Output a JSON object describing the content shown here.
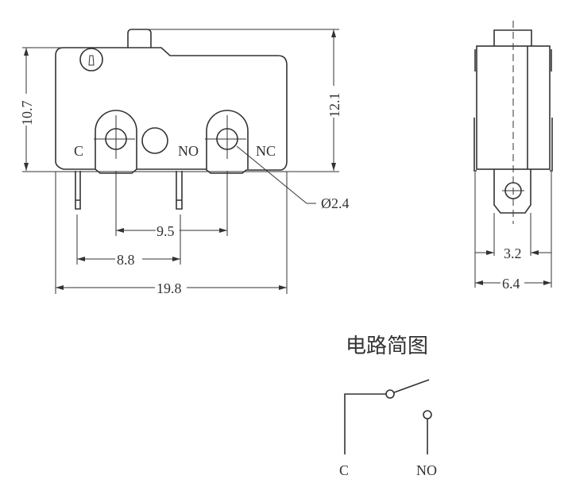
{
  "front_view": {
    "terminal_labels": {
      "c": "C",
      "no": "NO",
      "nc": "NC"
    },
    "dimensions": {
      "height_body": "10.7",
      "height_total": "12.1",
      "hole_pitch": "9.5",
      "pin_pitch": "8.8",
      "width": "19.8",
      "hole_diameter": "Ø2.4"
    }
  },
  "side_view": {
    "dimensions": {
      "tab_width": "3.2",
      "width": "6.4"
    }
  },
  "circuit": {
    "title": "电路简图",
    "labels": {
      "c": "C",
      "no": "NO"
    }
  }
}
